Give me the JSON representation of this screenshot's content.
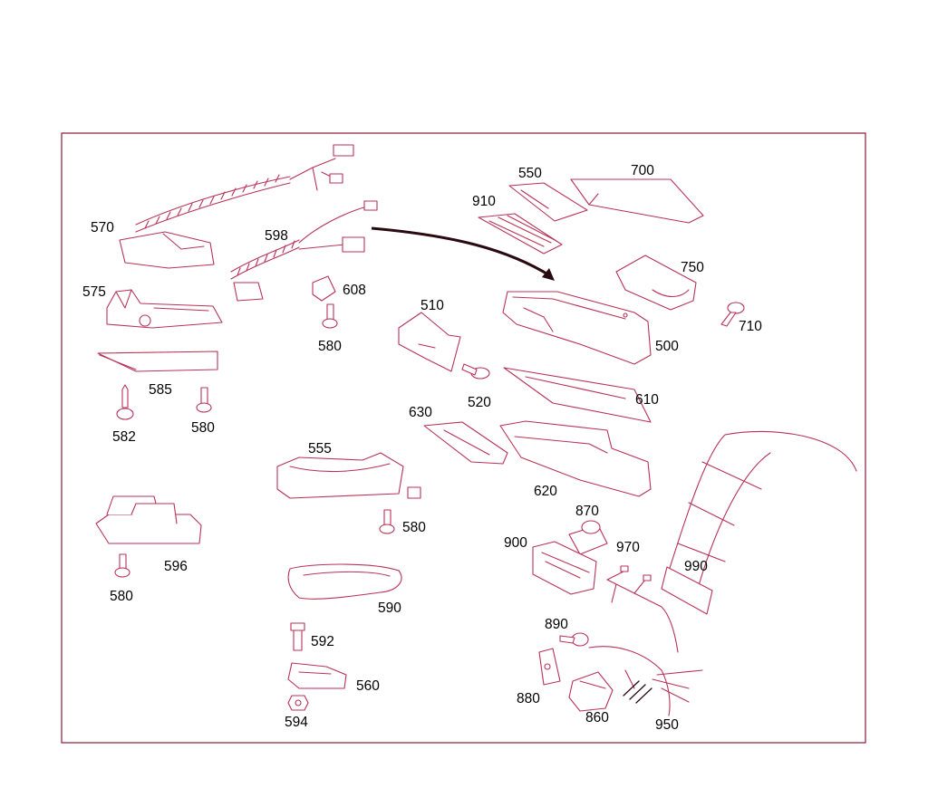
{
  "diagram": {
    "part_labels": {
      "p570": "570",
      "p598": "598",
      "p575": "575",
      "p608": "608",
      "p580a": "580",
      "p585": "585",
      "p582": "582",
      "p580b": "580",
      "p555": "555",
      "p580c": "580",
      "p596": "596",
      "p580d": "580",
      "p590": "590",
      "p592": "592",
      "p560": "560",
      "p594": "594",
      "p550": "550",
      "p700": "700",
      "p910": "910",
      "p750": "750",
      "p710": "710",
      "p510": "510",
      "p500": "500",
      "p520": "520",
      "p610": "610",
      "p630": "630",
      "p620": "620",
      "p870": "870",
      "p900": "900",
      "p970": "970",
      "p990": "990",
      "p890": "890",
      "p880": "880",
      "p860": "860",
      "p950": "950"
    },
    "colors": {
      "line": "#b8325a",
      "frame": "#8a1a38",
      "label": "#000000",
      "shade": "#f4dde4"
    }
  }
}
